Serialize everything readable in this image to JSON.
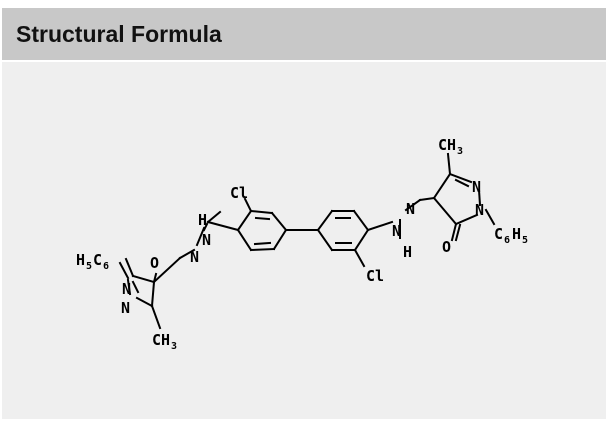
{
  "header": {
    "title": "Structural Formula"
  },
  "molecule": {
    "atoms": {
      "cl_top": "Cl",
      "cl_bottom": "Cl",
      "n_left_ring_1": "N",
      "n_left_ring_2": "N",
      "n_left_azo_1": "N",
      "n_left_azo_2": "N",
      "h_left_azo": "H",
      "o_left": "O",
      "n_right_azo_1": "N",
      "n_right_azo_2": "N",
      "h_right_azo": "H",
      "n_right_ring_1": "N",
      "n_right_ring_2": "N",
      "o_right": "O"
    },
    "groups": {
      "left_h5c6": {
        "main1": "H",
        "sub1": "5",
        "main2": "C",
        "sub2": "6"
      },
      "left_ch3": {
        "main": "CH",
        "sub": "3"
      },
      "right_ch3": {
        "main": "CH",
        "sub": "3"
      },
      "right_c6h5": {
        "main1": "C",
        "sub1": "6",
        "main2": "H",
        "sub2": "5"
      }
    }
  }
}
